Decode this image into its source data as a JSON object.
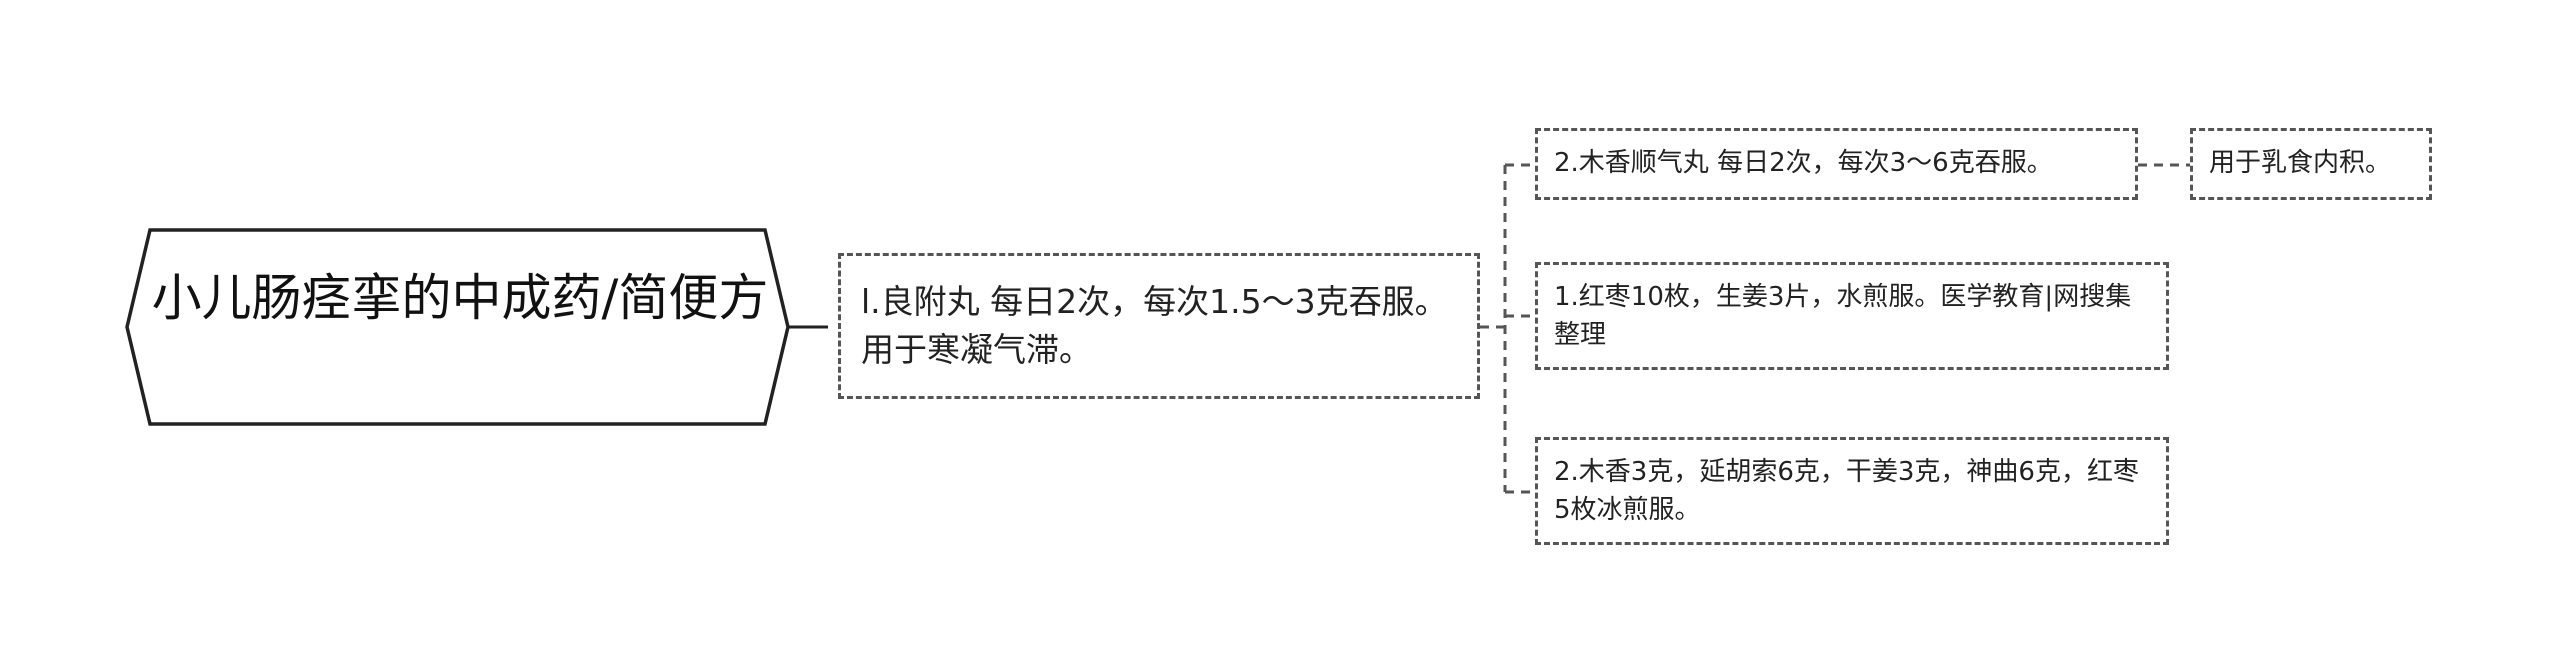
{
  "colors": {
    "line": "#555555",
    "root_border": "#222222",
    "background": "#ffffff",
    "text": "#222222"
  },
  "root": {
    "label": "小儿肠痉挛的中成药/简便方"
  },
  "level1": {
    "label": "l.良附丸 每日2次，每次1.5～3克吞服。用于寒凝气滞。"
  },
  "level2": [
    {
      "label": "2.木香顺气丸 每日2次，每次3～6克吞服。"
    },
    {
      "label": "1.红枣10枚，生姜3片，水煎服。医学教育|网搜集整理"
    },
    {
      "label": "2.木香3克，延胡索6克，干姜3克，神曲6克，红枣5枚冰煎服。"
    }
  ],
  "level3": {
    "label": "用于乳食内积。"
  }
}
